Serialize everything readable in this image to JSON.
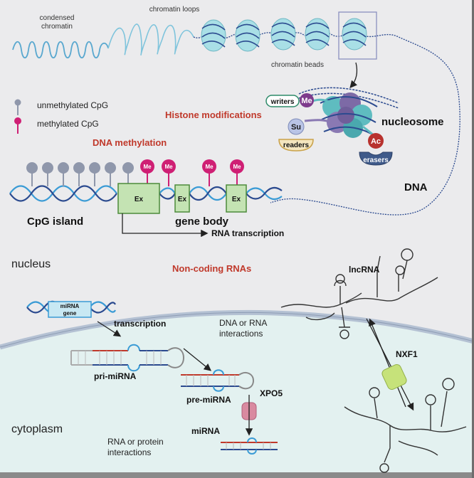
{
  "labels": {
    "condensed_chromatin": [
      "condensed",
      "chromatin"
    ],
    "chromatin_loops": "chromatin loops",
    "chromatin_beads": "chromatin beads",
    "legend_unmethylated": "unmethylated CpG",
    "legend_methylated": "methylated CpG",
    "histone_modifications": "Histone modifications",
    "dna_methylation": "DNA methylation",
    "writers": "writers",
    "readers": "readers",
    "erasers": "erasers",
    "nucleosome": "nucleosome",
    "dna": "DNA",
    "cpg_island": "CpG island",
    "gene_body": "gene body",
    "rna_transcription": "RNA transcription",
    "exon": "Ex",
    "nucleus": "nucleus",
    "cytoplasm": "cytoplasm",
    "non_coding_rnas": "Non-coding RNAs",
    "mirna_gene": [
      "miRNA",
      "gene"
    ],
    "transcription": "transcription",
    "pri_mirna": "pri-miRNA",
    "pre_mirna": "pre-miRNA",
    "xpo5": "XPO5",
    "mirna": "miRNA",
    "dna_rna_interactions": [
      "DNA or RNA",
      "interactions"
    ],
    "rna_protein_interactions": [
      "RNA or protein",
      "interactions"
    ],
    "lncrna": "lncRNA",
    "nxf1": "NXF1"
  },
  "marks": {
    "me": "Me",
    "su": "Su",
    "ac": "Ac"
  },
  "colors": {
    "nucleus_bg": "#ebebed",
    "cytoplasm_bg": "#e3f1f0",
    "membrane": "#b4c1d3",
    "dna_dark": "#2b4a8f",
    "dna_light": "#3a9bd5",
    "methyl_pink": "#cf1f74",
    "cpg_gray": "#8f97ab",
    "exon_green": "#c4e3b3",
    "exon_border": "#4d8b3b",
    "red_title": "#c0392b",
    "histone_teal": "#5fbcc0",
    "histone_purple": "#7d6aa6",
    "acetyl_red": "#b8322e",
    "nxf1_green": "#c6e27a",
    "xpo5_pink": "#d98aa0"
  }
}
